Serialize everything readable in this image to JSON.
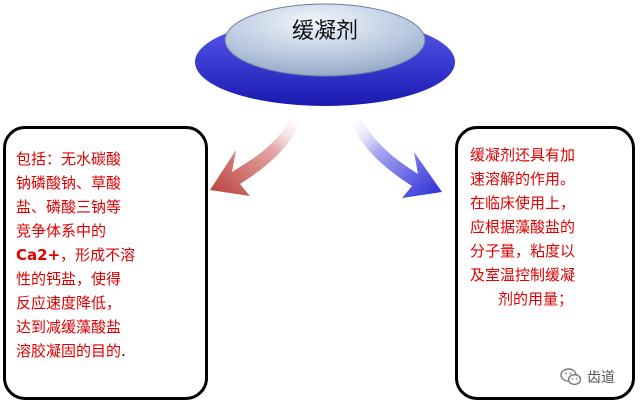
{
  "title": "缓凝剂",
  "left_box": {
    "lines": [
      "包括：无水碳酸",
      "钠磷酸钠、草酸",
      "盐、磷酸三钠等",
      "竞争体系中的"
    ],
    "bold": "Ca2+",
    "line_after_bold": "，形成不溶",
    "more_lines": [
      "性的钙盐，使得",
      "反应速度降低，",
      "达到减缓藻酸盐"
    ],
    "last_line": "溶胶凝固的目的",
    "last_punct": "."
  },
  "right_box": {
    "lines": [
      "缓凝剂还具有加",
      "速溶解的作用。",
      "在临床使用上，",
      "应根据藻酸盐的",
      "分子量，粘度以",
      "及室温控制缓凝",
      "剂的用量；"
    ]
  },
  "watermark": {
    "text": "齿道",
    "icon": "wechat-icon"
  },
  "colors": {
    "text_red": "#e00000",
    "arrow_left": "#c0504d",
    "arrow_right": "#4040e0",
    "disc_rim": "#3030e8",
    "disc_top": "#a8bcd8"
  }
}
